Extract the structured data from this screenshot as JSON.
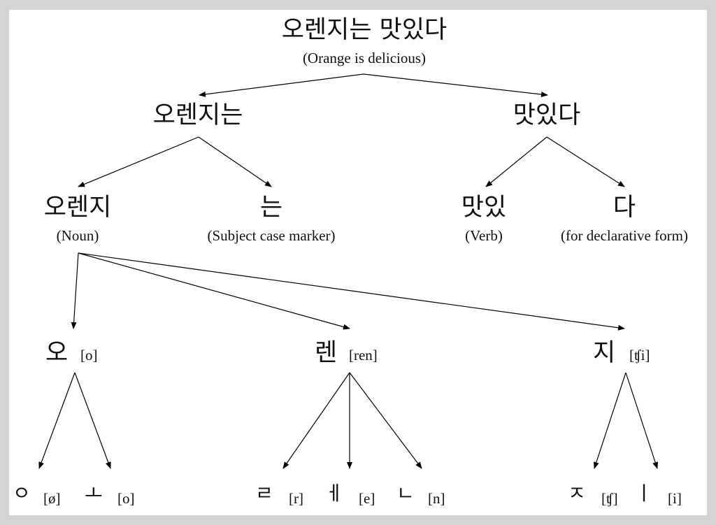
{
  "tree": {
    "root": {
      "korean": "오렌지는 맛있다",
      "gloss": "(Orange is delicious)"
    },
    "level1": [
      {
        "korean": "오렌지는"
      },
      {
        "korean": "맛있다"
      }
    ],
    "level2": [
      {
        "korean": "오렌지",
        "gloss": "(Noun)"
      },
      {
        "korean": "는",
        "gloss": "(Subject case marker)"
      },
      {
        "korean": "맛있",
        "gloss": "(Verb)"
      },
      {
        "korean": "다",
        "gloss": "(for declarative form)"
      }
    ],
    "syllables": [
      {
        "korean": "오",
        "ipa": "[o]"
      },
      {
        "korean": "렌",
        "ipa": "[ren]"
      },
      {
        "korean": "지",
        "ipa": "[ʧi]"
      }
    ],
    "letters": [
      {
        "jamo": "ㅇ",
        "ipa": "[ø]"
      },
      {
        "jamo": "ㅗ",
        "ipa": "[o]"
      },
      {
        "jamo": "ㄹ",
        "ipa": "[r]"
      },
      {
        "jamo": "ㅔ",
        "ipa": "[e]"
      },
      {
        "jamo": "ㄴ",
        "ipa": "[n]"
      },
      {
        "jamo": "ㅈ",
        "ipa": "[ʧ]"
      },
      {
        "jamo": "ㅣ",
        "ipa": "[i]"
      }
    ]
  }
}
